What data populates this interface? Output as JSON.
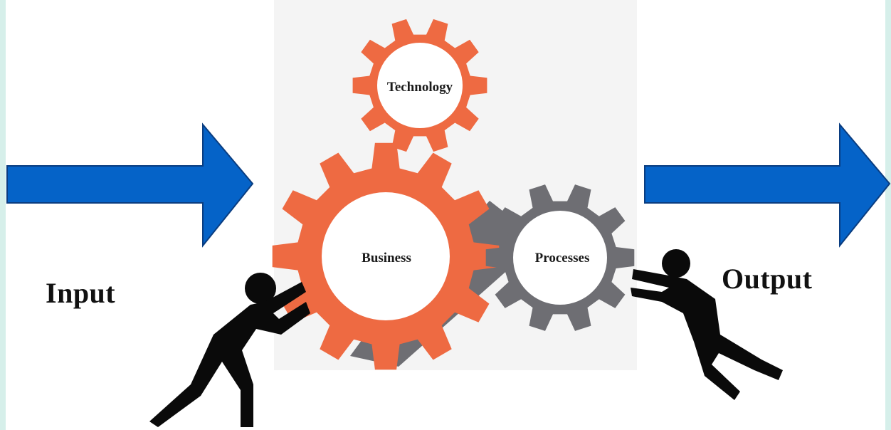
{
  "labels": {
    "input": "Input",
    "output": "Output"
  },
  "gears": {
    "technology": "Technology",
    "business": "Business",
    "processes": "Processes"
  },
  "colors": {
    "arrow": "#0563C8",
    "arrow_stroke": "#0A3D80",
    "gear_orange": "#EE6A42",
    "gear_gray": "#6E6E73",
    "figure": "#0a0a0a",
    "side_strip": "#D6EFEA",
    "gear_backdrop": "#F4F4F4"
  },
  "icons": [
    "right-arrow-icon",
    "gear-icon",
    "person-pushing-icon"
  ]
}
